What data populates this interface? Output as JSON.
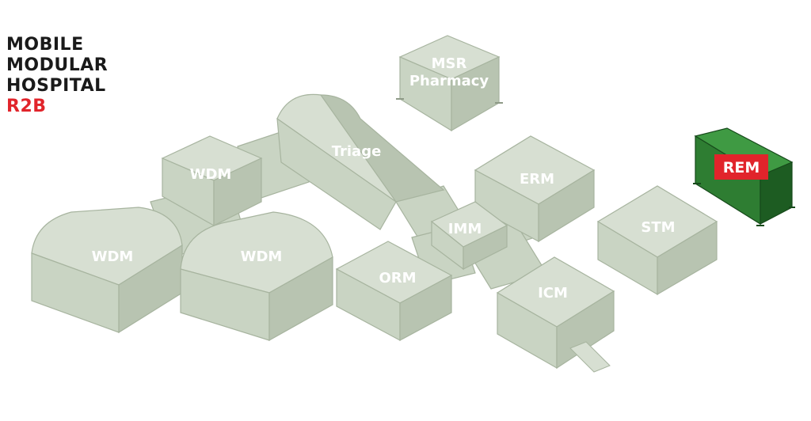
{
  "title": {
    "lines": [
      "MOBILE",
      "MODULAR",
      "HOSPITAL"
    ],
    "highlight": "R2B"
  },
  "modules": {
    "msr": [
      "MSR",
      "Pharmacy"
    ],
    "triage": "Triage",
    "wdm_top": "WDM",
    "wdm_left": "WDM",
    "wdm_mid": "WDM",
    "erm": "ERM",
    "imm": "IMM",
    "orm": "ORM",
    "icm": "ICM",
    "stm": "STM",
    "rem": "REM"
  },
  "colors": {
    "title": "#1a1a1a",
    "highlight": "#e1242b",
    "module_fill": "#c9d4c3",
    "module_roof": "#d7dfd2",
    "module_shade": "#b8c4b1",
    "active_fill": "#2e7d32",
    "active_roof": "#3f9a43",
    "active_shade": "#1d5c22",
    "label_badge": "#e1242b"
  }
}
